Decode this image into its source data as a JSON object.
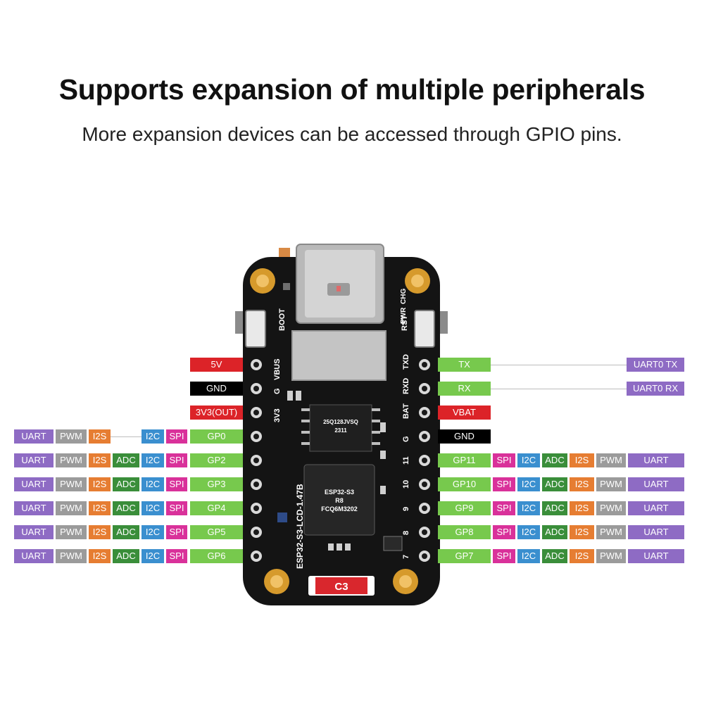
{
  "title": "Supports expansion of multiple peripherals",
  "subtitle": "More expansion devices can be accessed through GPIO pins.",
  "colors": {
    "UART": "#8e6bc4",
    "PWM": "#9b9b9b",
    "I2S": "#e67d32",
    "ADC": "#3a8e3a",
    "I2C": "#3a8fcf",
    "SPI": "#d9319a",
    "GP": "#77c94d",
    "PWR": "#dc2328",
    "GND": "#000000"
  },
  "left_pins": [
    {
      "name": "5V",
      "kind": "PWR",
      "funcs": []
    },
    {
      "name": "GND",
      "kind": "GND",
      "funcs": []
    },
    {
      "name": "3V3(OUT)",
      "kind": "PWR",
      "funcs": []
    },
    {
      "name": "GP0",
      "kind": "GP",
      "funcs": [
        "UART",
        "PWM",
        "I2S",
        "",
        "I2C",
        "SPI"
      ]
    },
    {
      "name": "GP2",
      "kind": "GP",
      "funcs": [
        "UART",
        "PWM",
        "I2S",
        "ADC",
        "I2C",
        "SPI"
      ]
    },
    {
      "name": "GP3",
      "kind": "GP",
      "funcs": [
        "UART",
        "PWM",
        "I2S",
        "ADC",
        "I2C",
        "SPI"
      ]
    },
    {
      "name": "GP4",
      "kind": "GP",
      "funcs": [
        "UART",
        "PWM",
        "I2S",
        "ADC",
        "I2C",
        "SPI"
      ]
    },
    {
      "name": "GP5",
      "kind": "GP",
      "funcs": [
        "UART",
        "PWM",
        "I2S",
        "ADC",
        "I2C",
        "SPI"
      ]
    },
    {
      "name": "GP6",
      "kind": "GP",
      "funcs": [
        "UART",
        "PWM",
        "I2S",
        "ADC",
        "I2C",
        "SPI"
      ]
    }
  ],
  "right_pins": [
    {
      "name": "TX",
      "kind": "GP",
      "ext": "UART0 TX"
    },
    {
      "name": "RX",
      "kind": "GP",
      "ext": "UART0 RX"
    },
    {
      "name": "VBAT",
      "kind": "PWR"
    },
    {
      "name": "GND",
      "kind": "GND"
    },
    {
      "name": "GP11",
      "kind": "GP",
      "funcs": [
        "SPI",
        "I2C",
        "ADC",
        "I2S",
        "PWM",
        "UART"
      ]
    },
    {
      "name": "GP10",
      "kind": "GP",
      "funcs": [
        "SPI",
        "I2C",
        "ADC",
        "I2S",
        "PWM",
        "UART"
      ]
    },
    {
      "name": "GP9",
      "kind": "GP",
      "funcs": [
        "SPI",
        "I2C",
        "ADC",
        "I2S",
        "PWM",
        "UART"
      ]
    },
    {
      "name": "GP8",
      "kind": "GP",
      "funcs": [
        "SPI",
        "I2C",
        "ADC",
        "I2S",
        "PWM",
        "UART"
      ]
    },
    {
      "name": "GP7",
      "kind": "GP",
      "funcs": [
        "SPI",
        "I2C",
        "ADC",
        "I2S",
        "PWM",
        "UART"
      ]
    }
  ],
  "board": {
    "model": "ESP32-S3-LCD-1.47B",
    "chip_text": [
      "ESP32-S3",
      "R8",
      "FCQ6M3202"
    ],
    "flash_text": [
      "25Q128JVSQ",
      "2311"
    ],
    "silk_left": [
      "VBUS",
      "G",
      "3V3"
    ],
    "silk_right": [
      "TXD",
      "RXD",
      "BAT",
      "G",
      "11",
      "10",
      "9",
      "8",
      "7"
    ],
    "button_left": "BOOT",
    "button_right": "RST",
    "led_labels": [
      "CHG",
      "PWR"
    ],
    "badge": "C3"
  }
}
